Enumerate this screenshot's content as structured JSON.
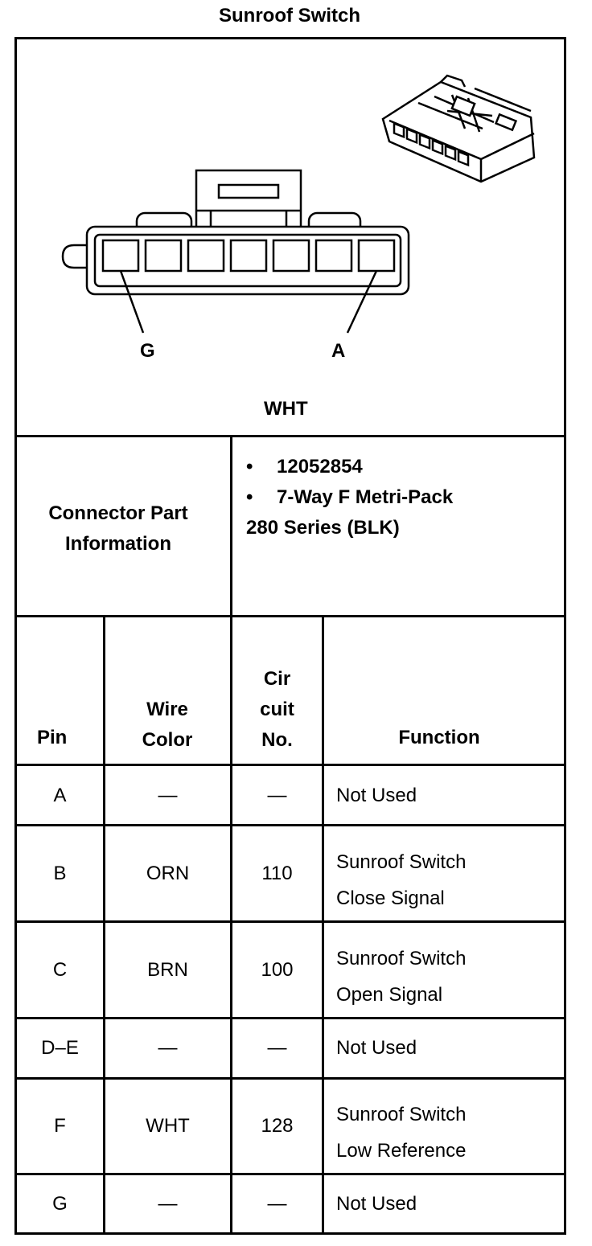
{
  "title": "Sunroof Switch",
  "diagram": {
    "pin_left_label": "G",
    "pin_right_label": "A",
    "connector_color": "WHT"
  },
  "connector_info": {
    "label_line1": "Connector Part",
    "label_line2": "Information",
    "bullet1": "12052854",
    "bullet2": "7-Way F Metri-Pack",
    "bullet2_cont": "280 Series (BLK)"
  },
  "table": {
    "headers": {
      "pin": "Pin",
      "wire_line1": "Wire",
      "wire_line2": "Color",
      "cir_line1": "Cir",
      "cir_line2": "cuit",
      "cir_line3": "No.",
      "function": "Function"
    },
    "rows": [
      {
        "pin": "A",
        "wire": "—",
        "circuit": "—",
        "function_line1": "Not Used",
        "function_line2": ""
      },
      {
        "pin": "B",
        "wire": "ORN",
        "circuit": "110",
        "function_line1": "Sunroof Switch",
        "function_line2": "Close Signal"
      },
      {
        "pin": "C",
        "wire": "BRN",
        "circuit": "100",
        "function_line1": "Sunroof Switch",
        "function_line2": "Open Signal"
      },
      {
        "pin": "D–E",
        "wire": "—",
        "circuit": "—",
        "function_line1": "Not Used",
        "function_line2": ""
      },
      {
        "pin": "F",
        "wire": "WHT",
        "circuit": "128",
        "function_line1": "Sunroof Switch",
        "function_line2": "Low Reference"
      },
      {
        "pin": "G",
        "wire": "—",
        "circuit": "—",
        "function_line1": "Not Used",
        "function_line2": ""
      }
    ]
  }
}
